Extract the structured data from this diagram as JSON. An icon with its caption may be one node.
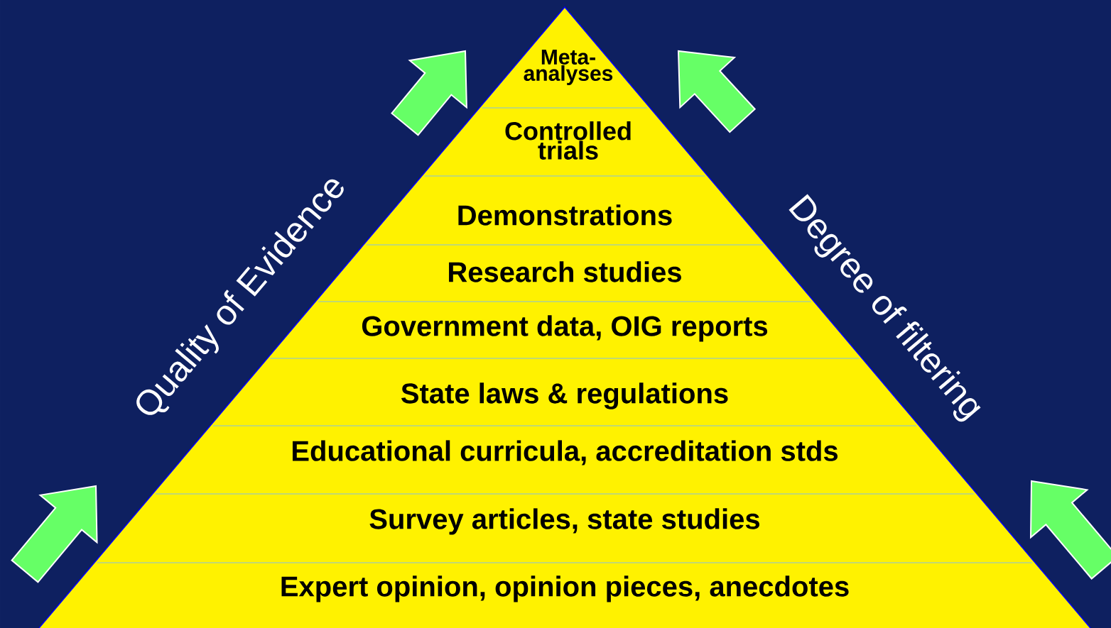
{
  "diagram": {
    "nodes": [
      {
        "text": [
          "Meta- analyses"
        ]
      },
      {
        "text": [
          "Controlled trials"
        ]
      },
      {
        "text": [
          "Demonstrations"
        ]
      },
      {
        "text": [
          "Research studies"
        ]
      },
      {
        "text": [
          "Government data, OIG reports"
        ]
      },
      {
        "text": [
          "State laws & regulations"
        ]
      },
      {
        "text": [
          "Educational curricula, accreditation stds"
        ]
      },
      {
        "text": [
          "Survey articles, state studies"
        ]
      },
      {
        "text": [
          "Expert opinion, opinion pieces, anecdotes"
        ]
      }
    ],
    "labels": [
      "Quality of Evidence",
      "Degree of filtering"
    ]
  }
}
